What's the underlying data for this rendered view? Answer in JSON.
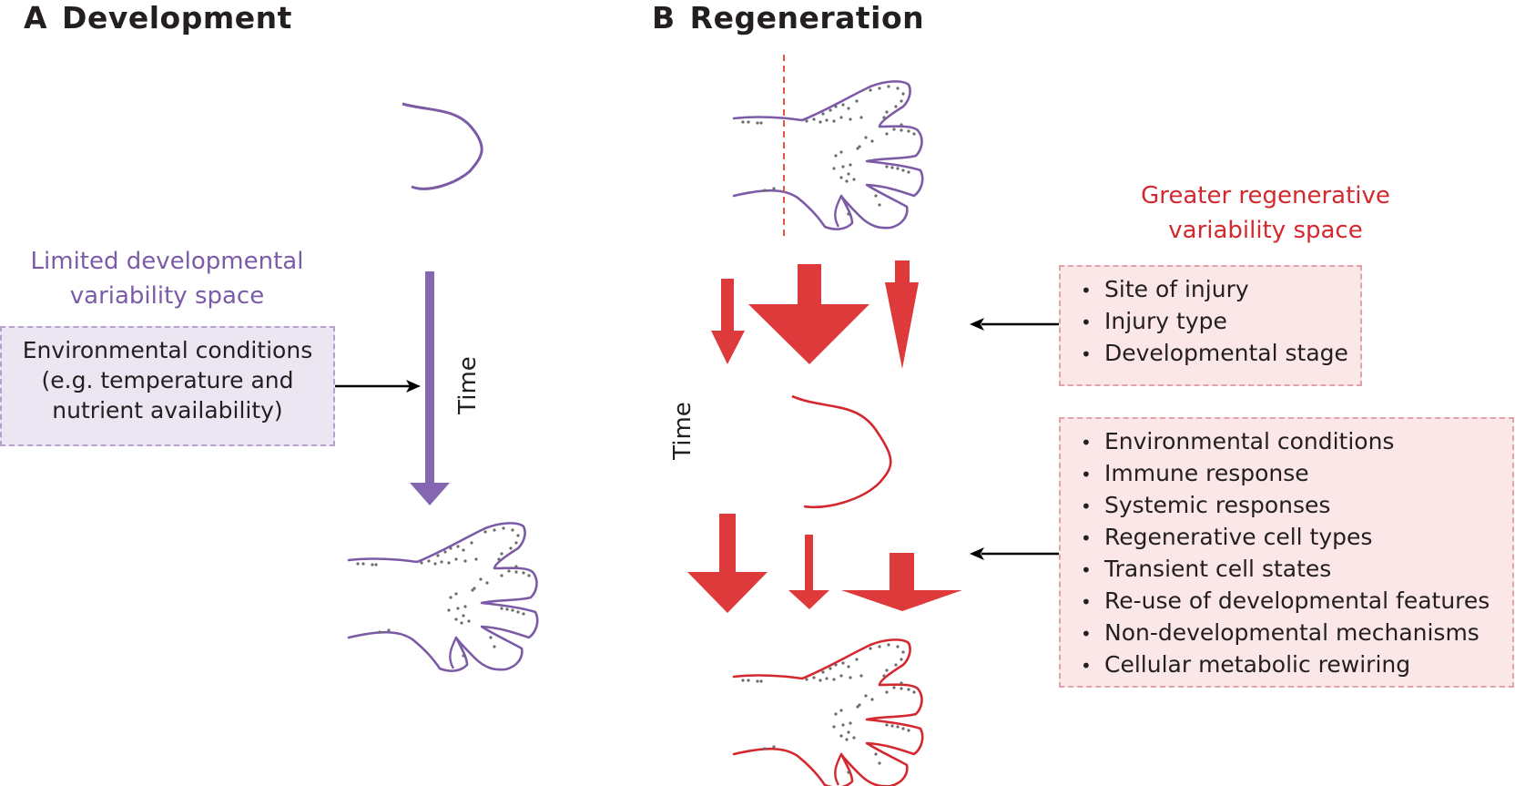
{
  "panels": {
    "a": {
      "letter": "A",
      "title": "Development",
      "caption_line1": "Limited developmental",
      "caption_line2": "variability space",
      "time_label": "Time",
      "box": {
        "line1": "Environmental conditions",
        "line2": "(e.g. temperature and",
        "line3": "nutrient availability)"
      }
    },
    "b": {
      "letter": "B",
      "title": "Regeneration",
      "caption_line1": "Greater regenerative",
      "caption_line2": "variability space",
      "time_label": "Time",
      "box_upper": {
        "items": [
          "Site of injury",
          "Injury type",
          "Developmental stage"
        ]
      },
      "box_lower": {
        "items": [
          "Environmental conditions",
          "Immune response",
          "Systemic responses",
          "Regenerative cell types",
          "Transient cell states",
          "Re-use of developmental features",
          "Non-developmental mechanisms",
          "Cellular metabolic rewiring"
        ]
      }
    }
  },
  "bullet_glyph": "•",
  "colors": {
    "development_purple": "#7c5ba6",
    "regeneration_red": "#d4282f",
    "arrow_red": "#de3a3b",
    "text_dark": "#231f20",
    "purple_box_fill": "#ece6f2",
    "red_box_fill": "#fbe7e7",
    "cell_dots": "#6b6b6b"
  }
}
